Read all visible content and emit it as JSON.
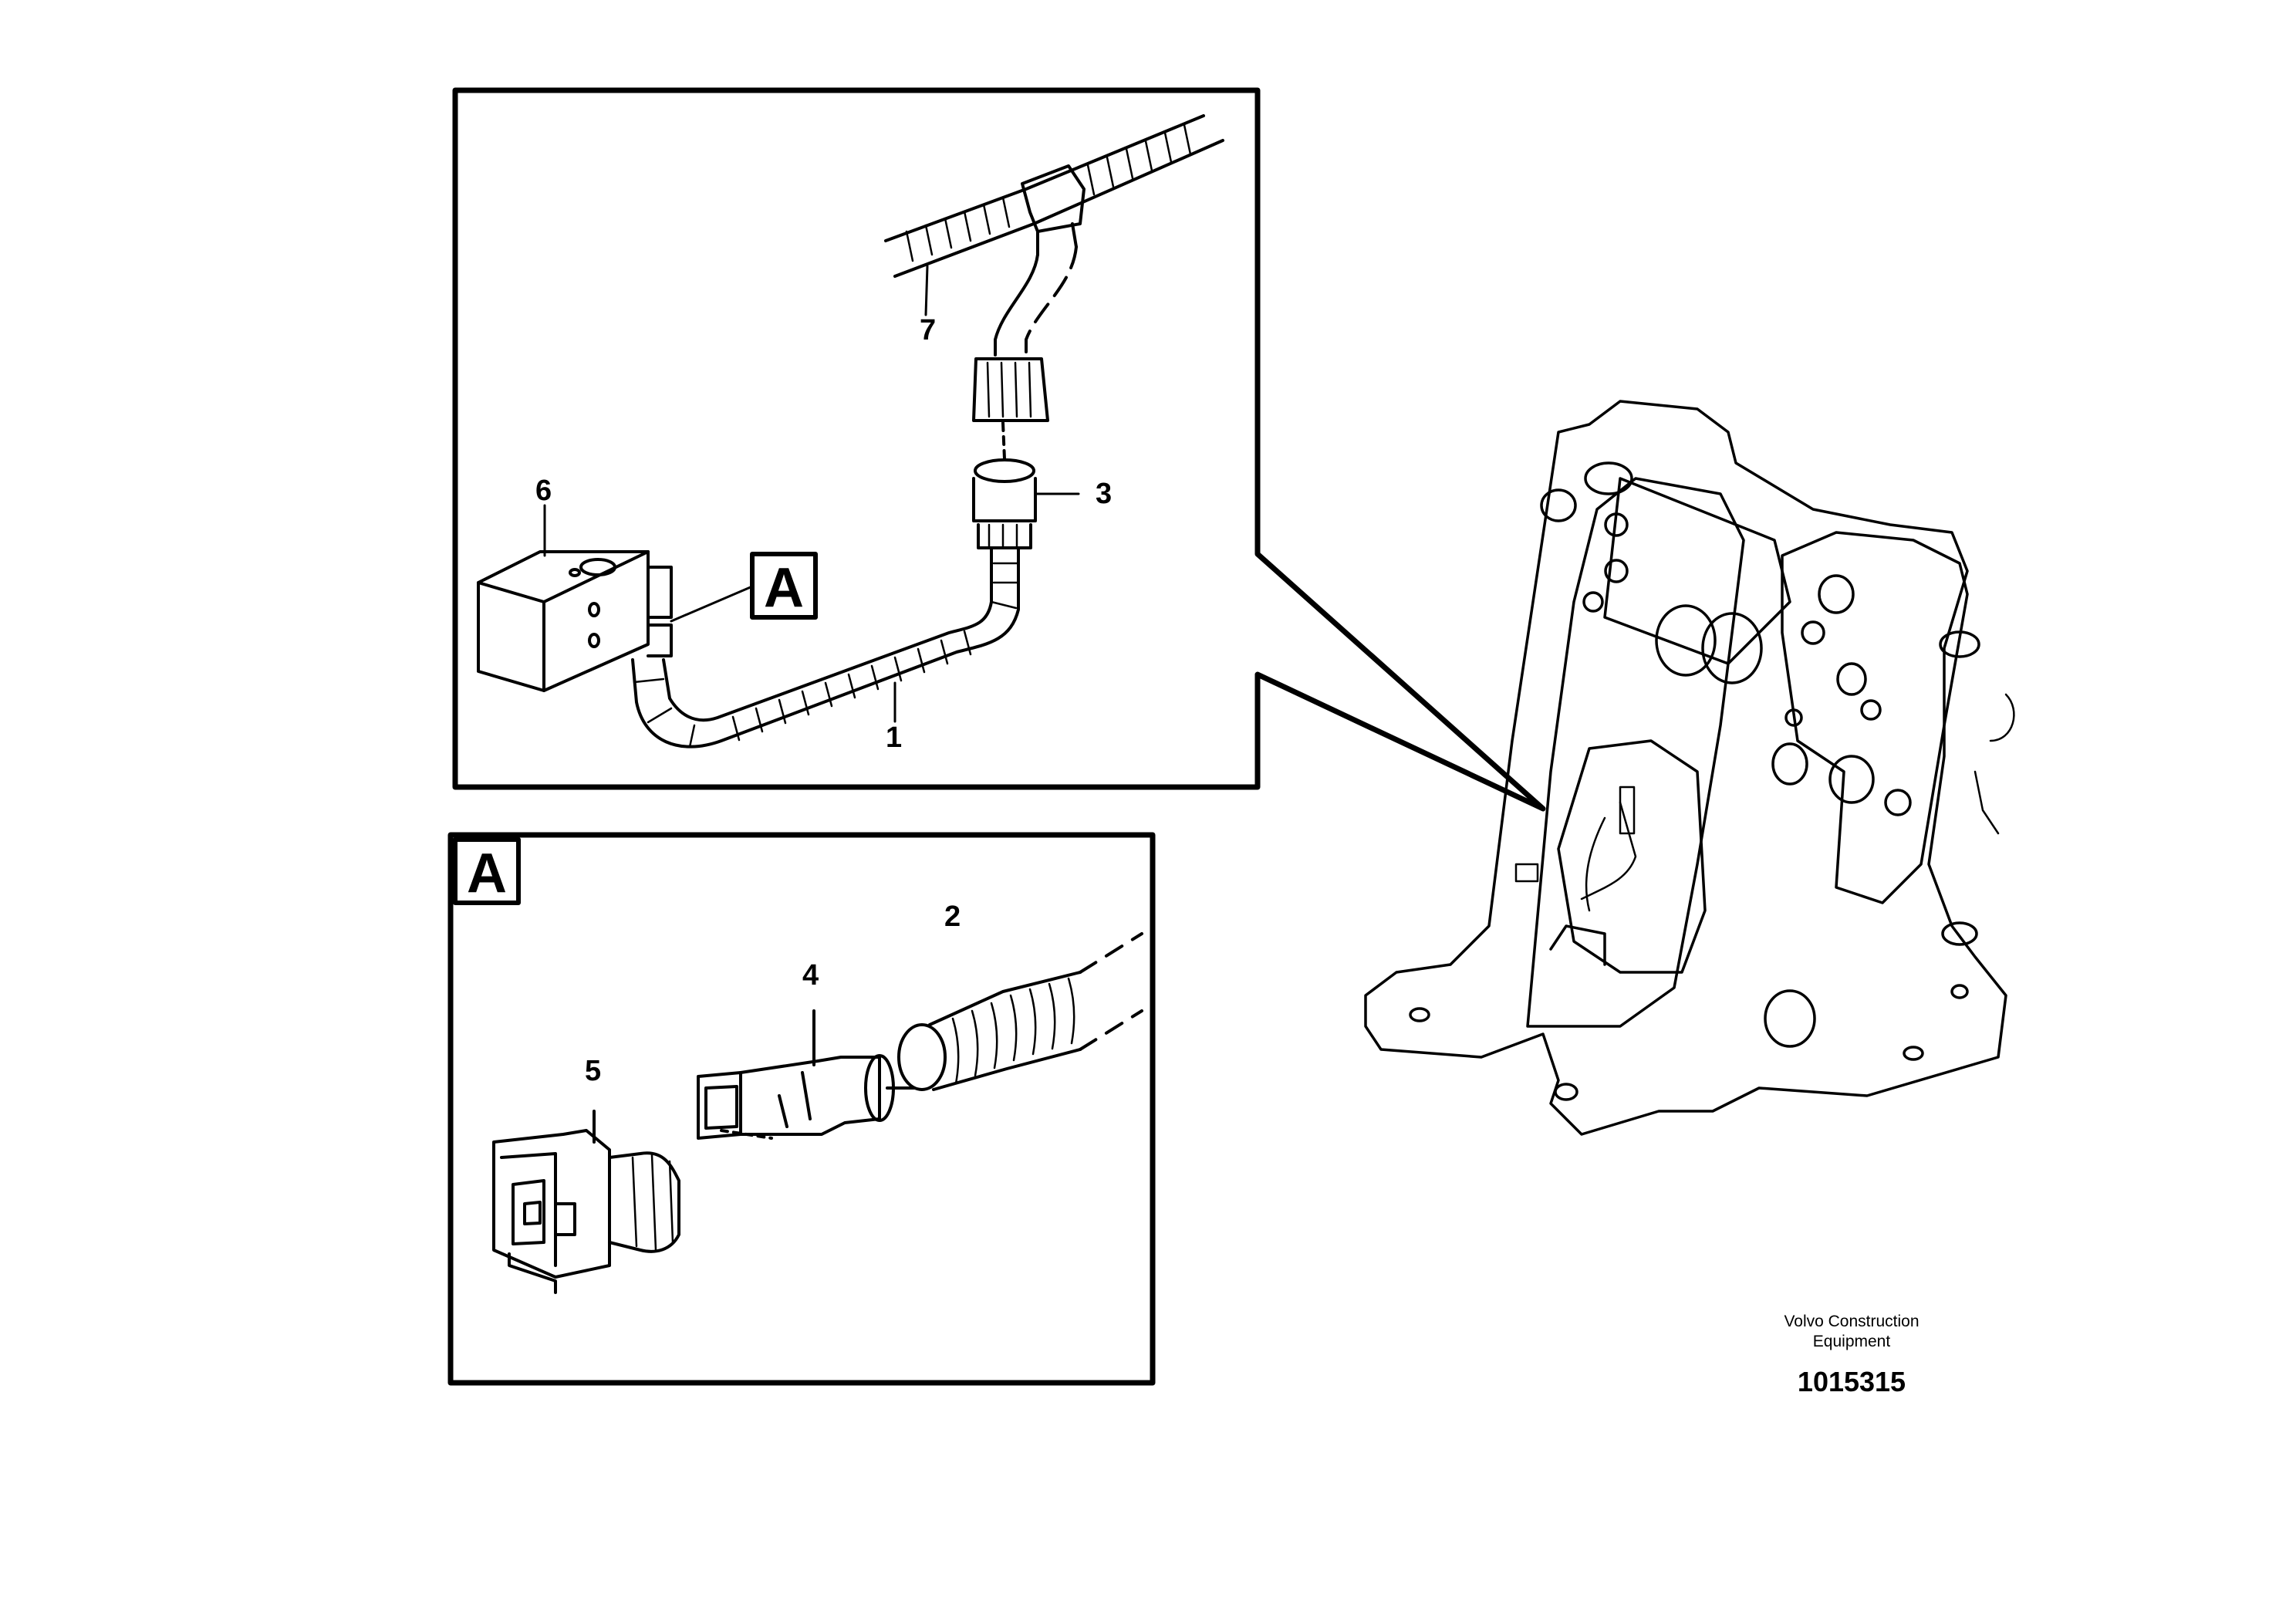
{
  "callouts": {
    "c1": "1",
    "c2": "2",
    "c3": "3",
    "c4": "4",
    "c5": "5",
    "c6": "6",
    "c7": "7"
  },
  "detail_labels": {
    "top": "A",
    "bottom": "A"
  },
  "credit": {
    "line1": "Volvo Construction",
    "line2": "Equipment",
    "number": "1015315"
  }
}
